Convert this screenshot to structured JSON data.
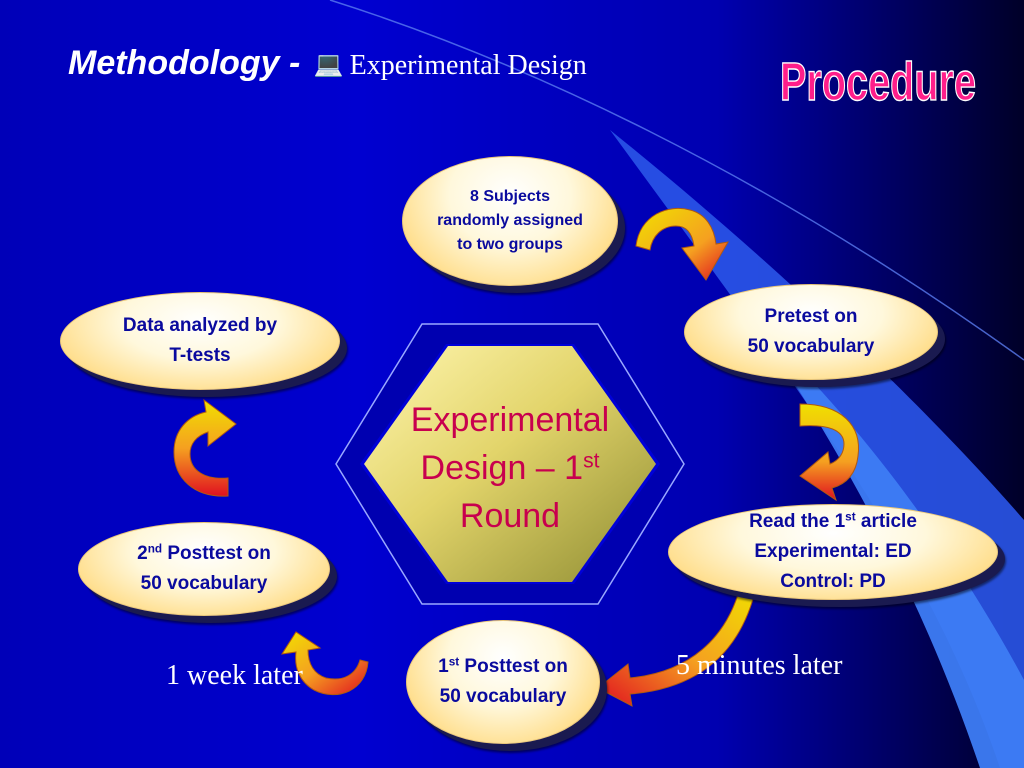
{
  "title": {
    "strong": "Methodology - ",
    "icon": "laptop-icon",
    "rest": "Experimental Design"
  },
  "procedure_label": "Procedure",
  "center": {
    "line1": "Experimental",
    "line2_main": "Design – 1",
    "line2_sup": "st",
    "line3": "Round"
  },
  "nodes": {
    "subjects": {
      "lines": [
        "8 Subjects",
        "randomly assigned",
        "to two groups"
      ]
    },
    "pretest": {
      "lines": [
        "Pretest on",
        "50 vocabulary"
      ]
    },
    "read": {
      "line1_main": "Read the 1",
      "line1_sup": "st",
      "line1_rest": " article",
      "line2": "Experimental: ED",
      "line3": "Control: PD"
    },
    "posttest1": {
      "line1_main": "1",
      "line1_sup": "st",
      "line1_rest": " Posttest on",
      "line2": "50 vocabulary"
    },
    "posttest2": {
      "line1_main": "2",
      "line1_sup": "nd",
      "line1_rest": " Posttest on",
      "line2": "50 vocabulary"
    },
    "analysis": {
      "lines": [
        "Data analyzed by",
        "T-tests"
      ]
    }
  },
  "notes": {
    "five_minutes": "5 minutes later",
    "one_week": "1 week later"
  },
  "colors": {
    "background": "#0000c8",
    "node_text": "#0a0a9e",
    "center_text": "#c8004e",
    "procedure_fill": "#ff1e8a",
    "arrow_start": "#f0e000",
    "arrow_end": "#e01020"
  }
}
